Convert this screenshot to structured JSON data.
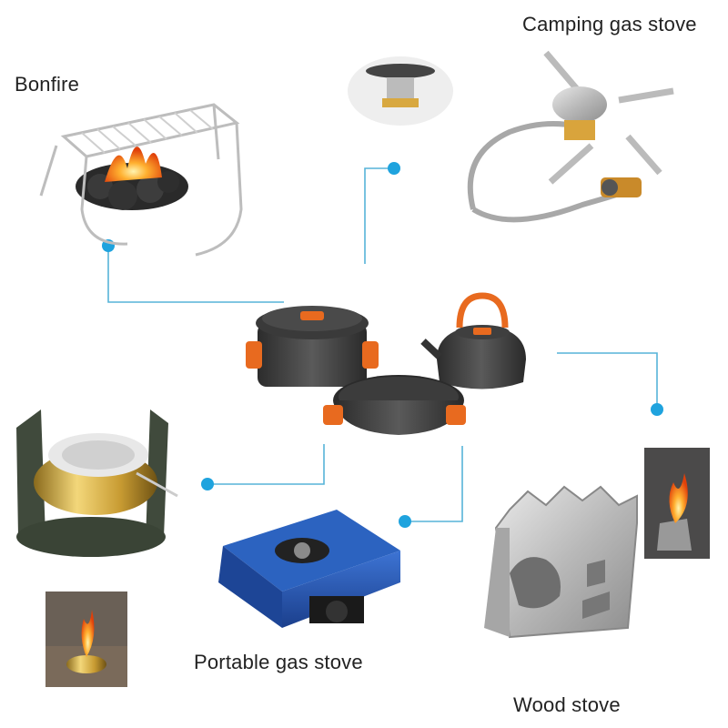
{
  "labels": {
    "bonfire": "Bonfire",
    "camping_gas_stove": "Camping gas stove",
    "portable_gas_stove": "Portable gas stove",
    "wood_stove": "Wood stove"
  },
  "colors": {
    "connector": "#56b4d9",
    "dot": "#1fa3de",
    "orange": "#e86a1f",
    "pot_dark": "#3b3b3b",
    "stove_blue": "#2458b5"
  },
  "icons": [
    "grill-icon",
    "camping-stove-icon",
    "cookware-set-icon",
    "alcohol-stove-icon",
    "portable-gas-stove-icon",
    "wood-stove-icon"
  ]
}
